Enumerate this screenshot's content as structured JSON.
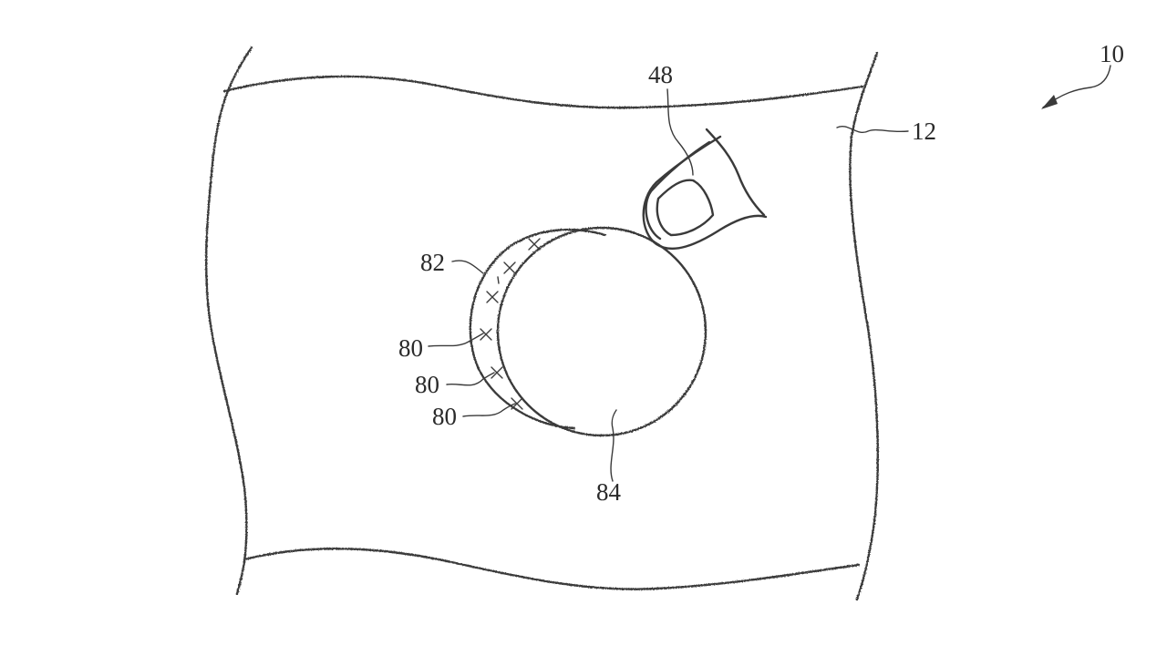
{
  "figure": {
    "labels": {
      "device": "10",
      "surface": "12",
      "finger": "48",
      "region": "82",
      "marker_1": "80",
      "marker_2": "80",
      "marker_3": "80",
      "circle": "84"
    }
  }
}
